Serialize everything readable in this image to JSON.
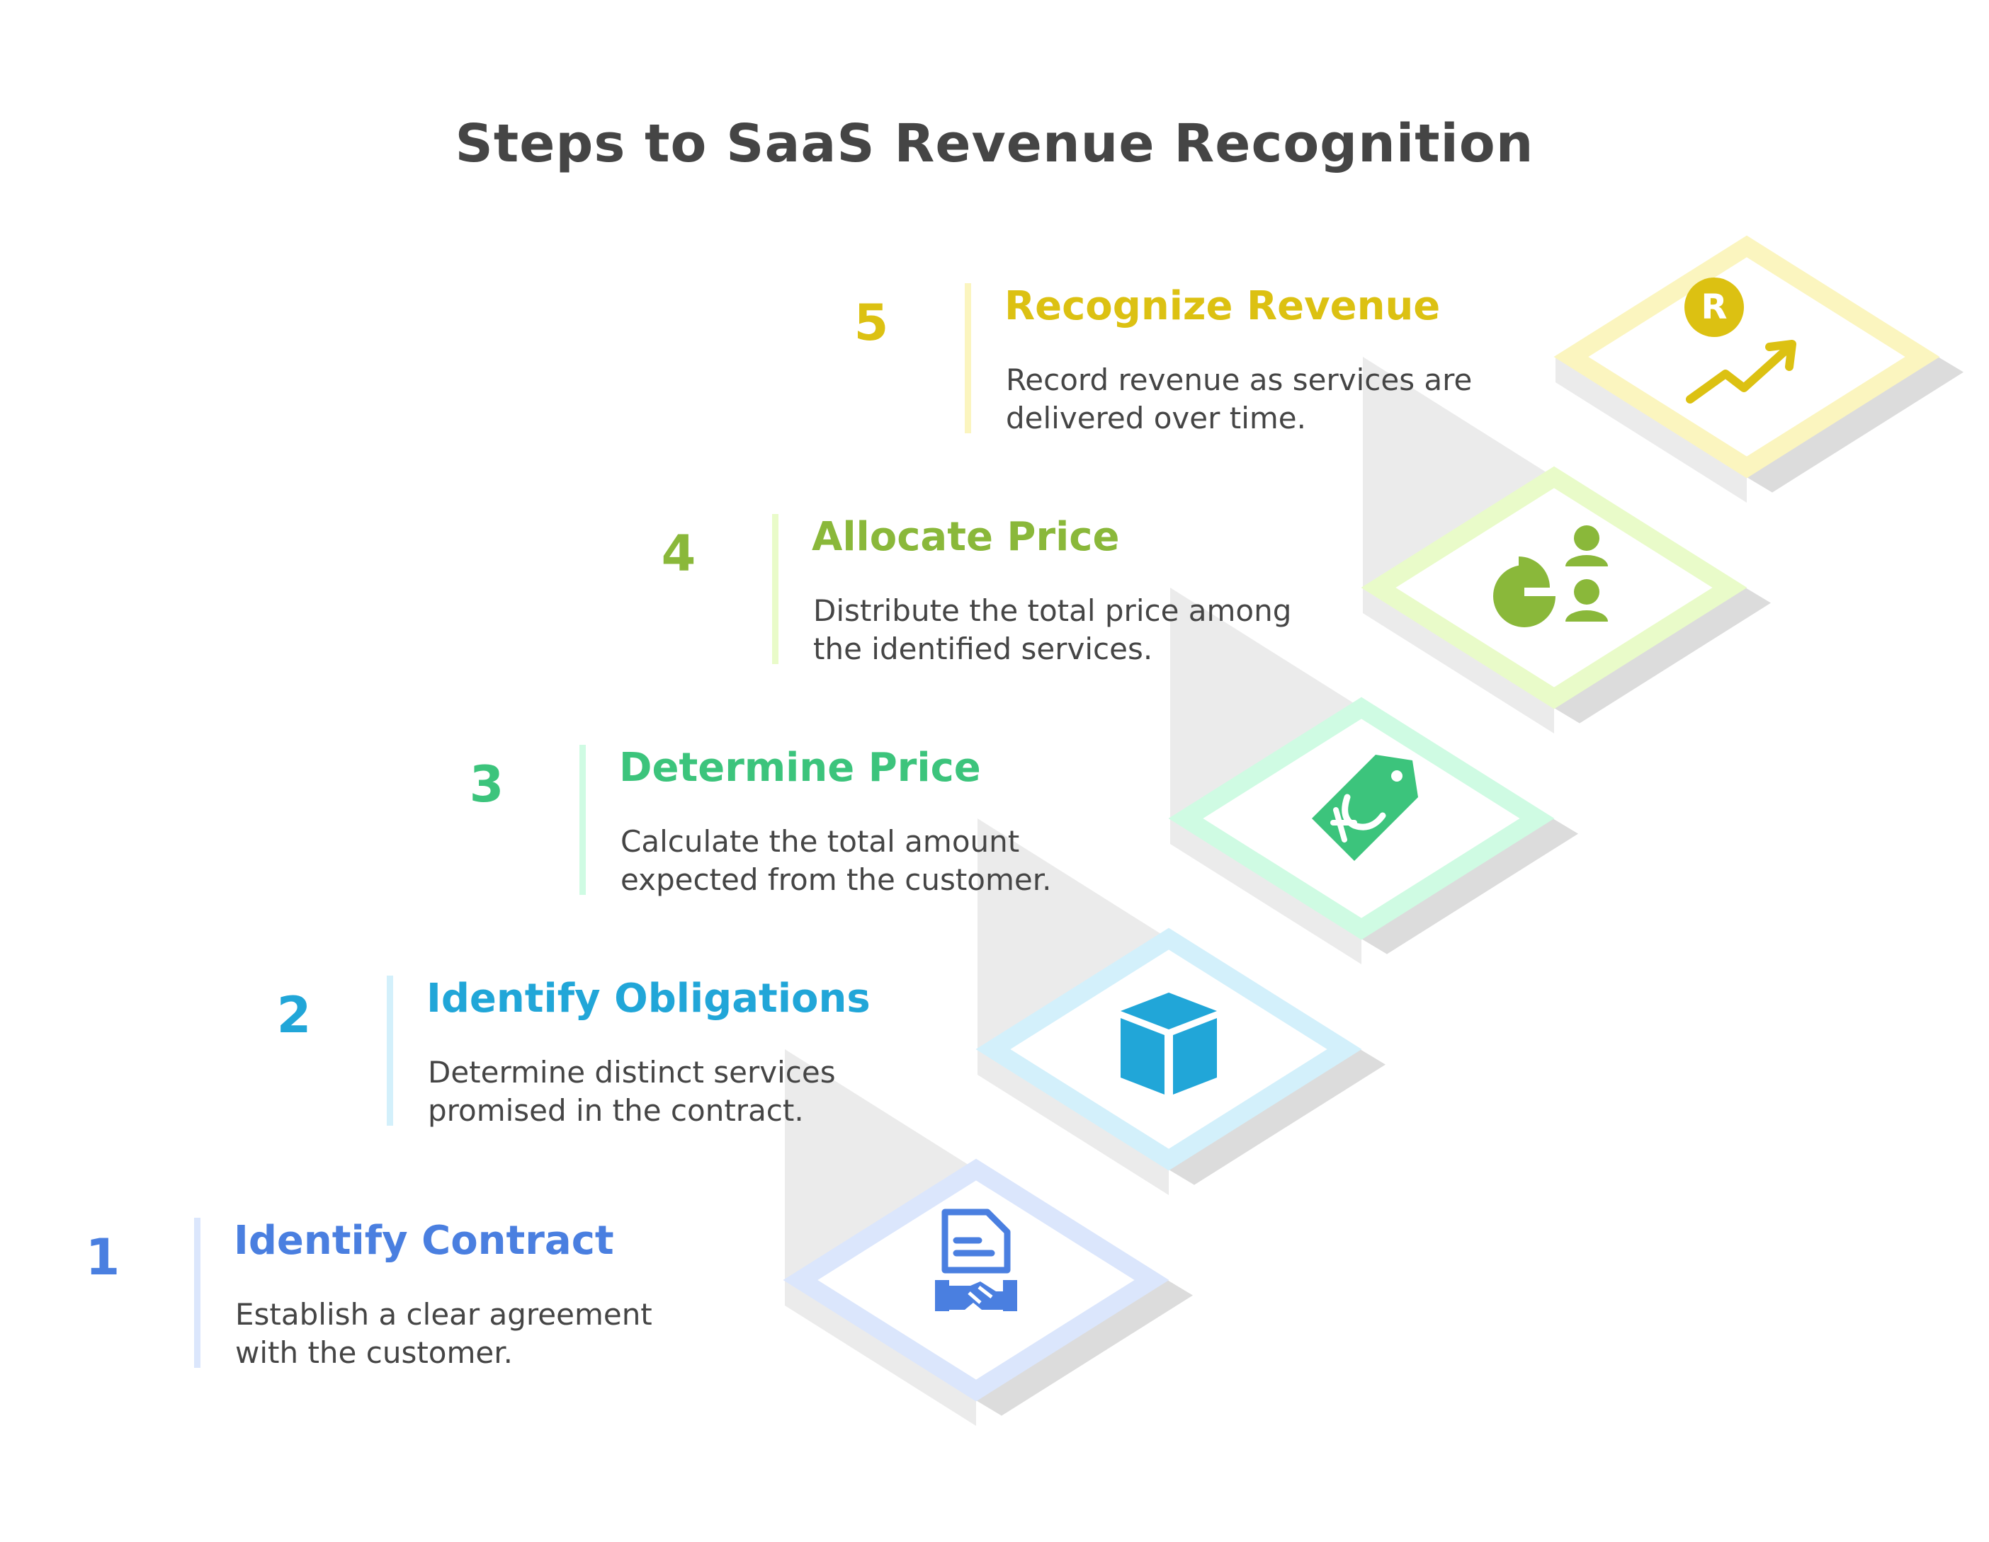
{
  "title": "Steps to SaaS Revenue Recognition",
  "colors": {
    "title": "#454545",
    "description": "#454545",
    "stair_top": "#ffffff",
    "stair_front": "#ebebeb",
    "stair_side": "#dcdcdc"
  },
  "steps": [
    {
      "number": "1",
      "title": "Identify Contract",
      "description_lines": [
        "Establish a clear agreement",
        "with the customer."
      ],
      "icon": "contract-handshake-icon",
      "accent": "#4a7fe0",
      "border": "#dbe6fc"
    },
    {
      "number": "2",
      "title": "Identify Obligations",
      "description_lines": [
        "Determine distinct services",
        "promised in the contract."
      ],
      "icon": "box-icon",
      "accent": "#21a6d8",
      "border": "#d3f0fb"
    },
    {
      "number": "3",
      "title": "Determine Price",
      "description_lines": [
        "Calculate the total amount",
        "expected from the customer."
      ],
      "icon": "price-tag-icon",
      "accent": "#3cc47c",
      "border": "#cffbe3"
    },
    {
      "number": "4",
      "title": "Allocate Price",
      "description_lines": [
        "Distribute the total price among",
        "the identified services."
      ],
      "icon": "pie-chart-people-icon",
      "accent": "#8ab83a",
      "border": "#e9fbc9"
    },
    {
      "number": "5",
      "title": "Recognize Revenue",
      "description_lines": [
        "Record revenue as services are",
        "delivered over time."
      ],
      "icon": "revenue-growth-icon",
      "accent": "#dcc112",
      "border": "#fbf5bf"
    }
  ]
}
